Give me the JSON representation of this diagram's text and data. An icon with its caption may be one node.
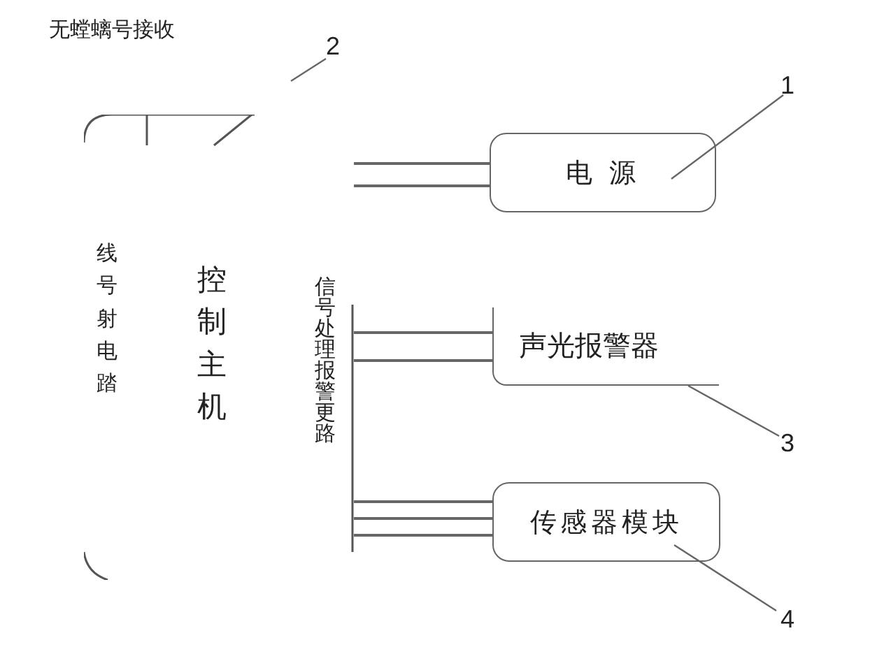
{
  "diagram": {
    "nodes": [
      {
        "text": [
          "线号射电踏",
          "控制主机",
          "信号处理报警更路"
        ]
      },
      {
        "text": [
          "电 源"
        ]
      },
      {
        "text": [
          "声光报警器"
        ]
      },
      {
        "text": [
          "传感器模块"
        ]
      },
      {
        "text": [
          "1"
        ]
      },
      {
        "text": [
          "2"
        ]
      },
      {
        "text": [
          "3"
        ]
      },
      {
        "text": [
          "4"
        ]
      }
    ],
    "edges": [
      {
        "from": 0,
        "to": 1,
        "arrow": "none"
      },
      {
        "from": 0,
        "to": 1,
        "arrow": "none"
      },
      {
        "from": 0,
        "to": 2,
        "arrow": "none"
      },
      {
        "from": 0,
        "to": 2,
        "arrow": "none"
      },
      {
        "from": 0,
        "to": 3,
        "arrow": "none"
      },
      {
        "from": 0,
        "to": 3,
        "arrow": "none"
      },
      {
        "from": 0,
        "to": 3,
        "arrow": "none"
      },
      {
        "from": 4,
        "to": 1,
        "arrow": "none"
      },
      {
        "from": 5,
        "to": null,
        "arrow": "none"
      },
      {
        "from": 6,
        "to": 2,
        "arrow": "none"
      },
      {
        "from": 7,
        "to": 3,
        "arrow": "none"
      }
    ],
    "labels": [
      "无螳螭号接收"
    ]
  }
}
